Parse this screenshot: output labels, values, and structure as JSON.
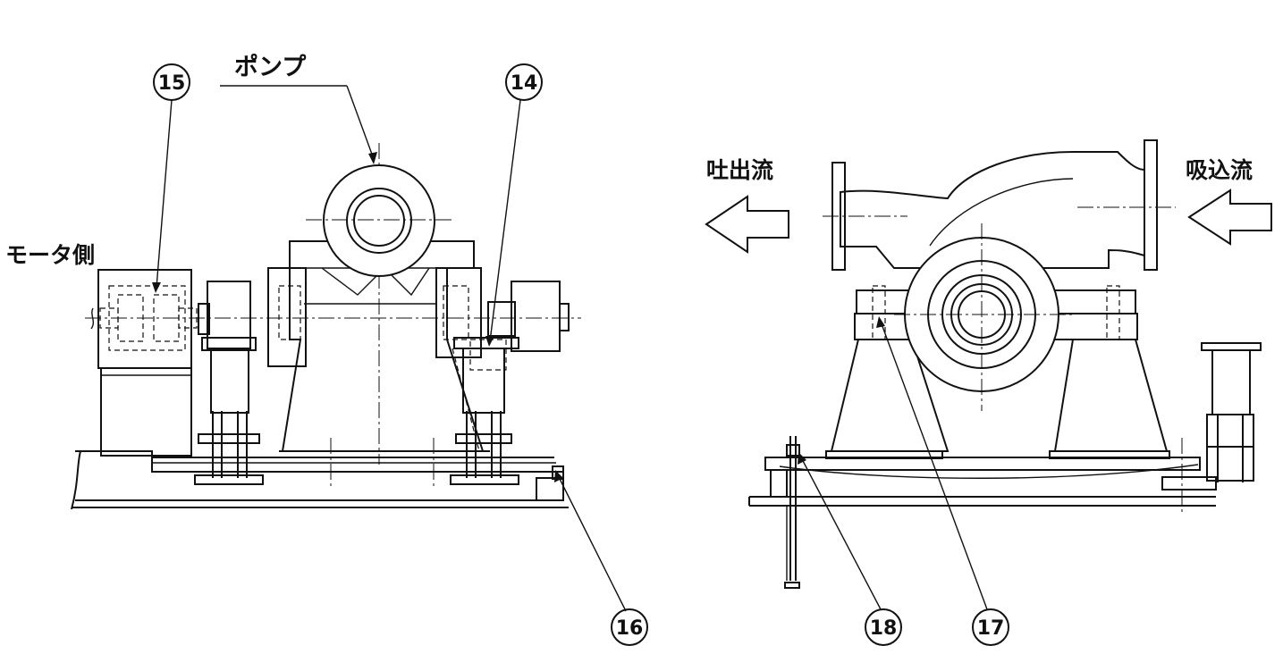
{
  "labels": {
    "pump": "ポンプ",
    "motor_side": "モータ側",
    "discharge_flow": "吐出流",
    "suction_flow": "吸込流"
  },
  "callouts": {
    "c14": "14",
    "c15": "15",
    "c16": "16",
    "c17": "17",
    "c18": "18"
  }
}
